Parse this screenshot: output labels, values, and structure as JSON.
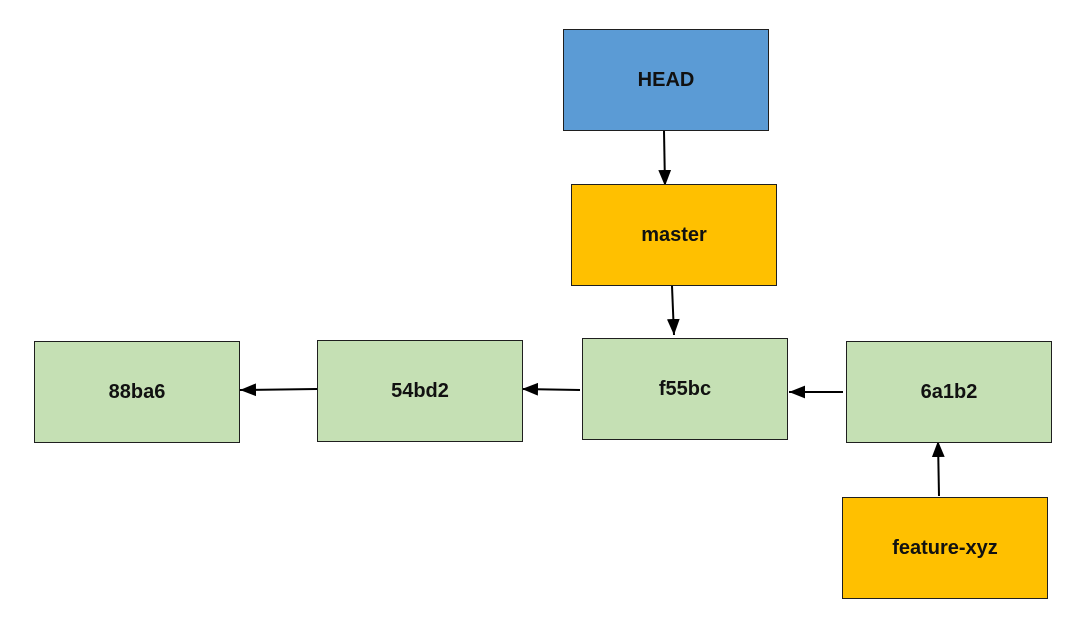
{
  "colors": {
    "head": "#5b9bd5",
    "branch": "#ffc000",
    "commit": "#c5e0b4",
    "border": "#1f1f1f",
    "arrow": "#000000"
  },
  "head": {
    "label": "HEAD"
  },
  "branches": {
    "master": {
      "label": "master"
    },
    "feature": {
      "label": "feature-xyz"
    }
  },
  "commits": [
    {
      "id": "88ba6"
    },
    {
      "id": "54bd2"
    },
    {
      "id": "f55bc"
    },
    {
      "id": "6a1b2"
    }
  ]
}
